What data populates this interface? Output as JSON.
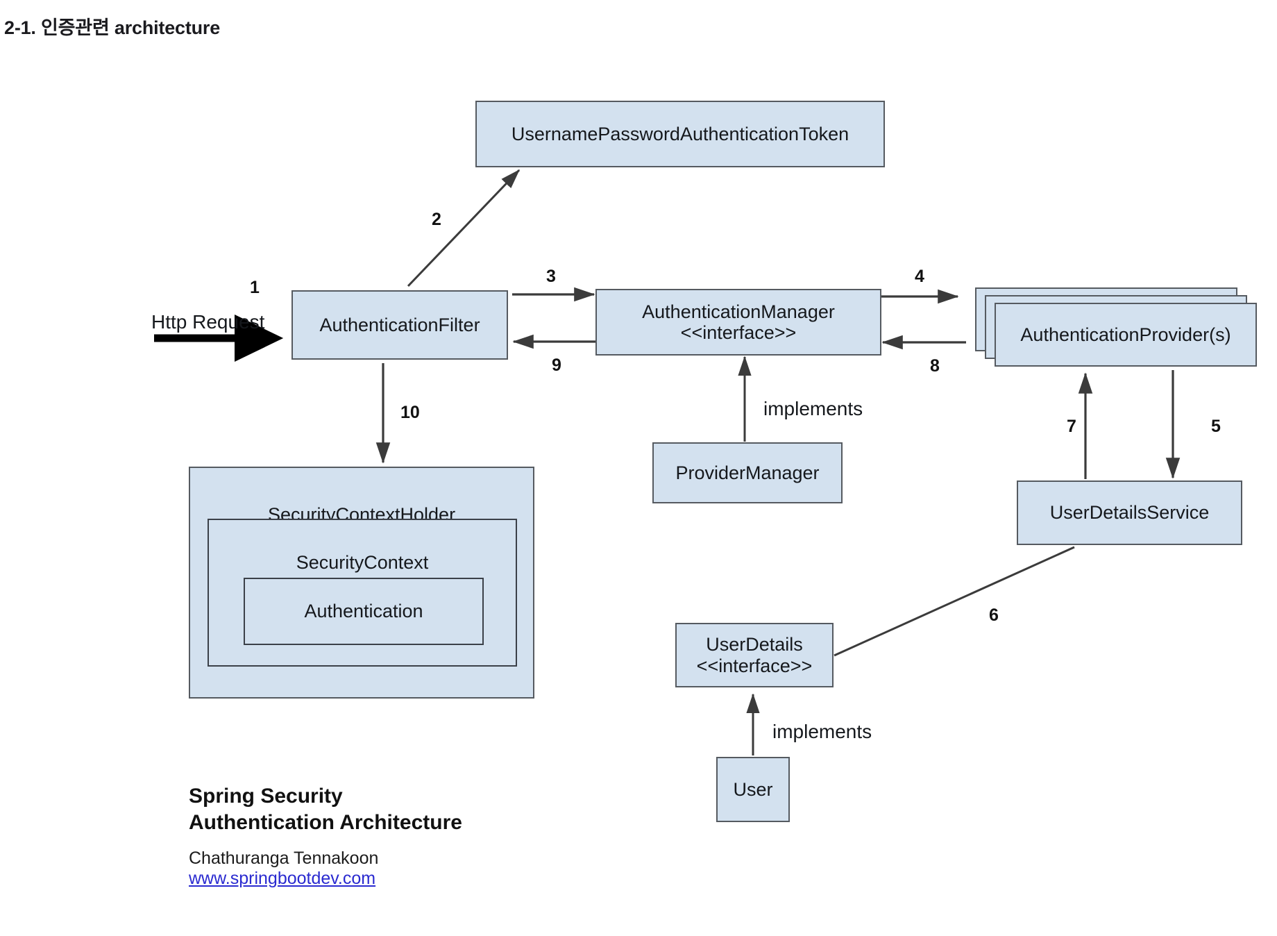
{
  "page": {
    "title": "2-1. 인증관련 architecture"
  },
  "colors": {
    "node_fill": "#d3e1ef",
    "node_border": "#555a60",
    "text": "#15181c",
    "link": "#2a2ad0",
    "arrow": "#3b3b3b"
  },
  "diagram": {
    "type": "uml-component-flow",
    "nodes": [
      {
        "id": "token",
        "label": "UsernamePasswordAuthenticationToken"
      },
      {
        "id": "filter",
        "label": "AuthenticationFilter"
      },
      {
        "id": "manager",
        "label": "AuthenticationManager\n<<interface>>"
      },
      {
        "id": "provider",
        "label": "AuthenticationProvider(s)"
      },
      {
        "id": "provider_manager",
        "label": "ProviderManager"
      },
      {
        "id": "user_details_service",
        "label": "UserDetailsService"
      },
      {
        "id": "user_details",
        "label": "UserDetails\n<<interface>>"
      },
      {
        "id": "user",
        "label": "User"
      },
      {
        "id": "security_context_holder",
        "label": "SecurityContextHolder"
      },
      {
        "id": "security_context",
        "label": "SecurityContext"
      },
      {
        "id": "authentication",
        "label": "Authentication"
      }
    ],
    "edges": [
      {
        "id": "e1",
        "label": "1",
        "from": "http-request",
        "to": "filter",
        "style": "thick-arrow"
      },
      {
        "id": "e2",
        "label": "2",
        "from": "filter",
        "to": "token",
        "style": "arrow"
      },
      {
        "id": "e3",
        "label": "3",
        "from": "filter",
        "to": "manager",
        "style": "arrow"
      },
      {
        "id": "e4",
        "label": "4",
        "from": "manager",
        "to": "provider",
        "style": "arrow"
      },
      {
        "id": "e5",
        "label": "5",
        "from": "provider",
        "to": "user_details_service",
        "style": "arrow"
      },
      {
        "id": "e6",
        "label": "6",
        "from": "user_details",
        "to": "user_details_service",
        "style": "line"
      },
      {
        "id": "e7",
        "label": "7",
        "from": "user_details_service",
        "to": "provider",
        "style": "arrow"
      },
      {
        "id": "e8",
        "label": "8",
        "from": "provider",
        "to": "manager",
        "style": "arrow"
      },
      {
        "id": "e9",
        "label": "9",
        "from": "manager",
        "to": "filter",
        "style": "arrow"
      },
      {
        "id": "e10",
        "label": "10",
        "from": "filter",
        "to": "security_context_holder",
        "style": "arrow"
      },
      {
        "id": "e_impl_pm",
        "label": "implements",
        "from": "provider_manager",
        "to": "manager",
        "style": "arrow"
      },
      {
        "id": "e_impl_user",
        "label": "implements",
        "from": "user",
        "to": "user_details",
        "style": "arrow"
      }
    ],
    "labels": {
      "http_request": "Http Request",
      "implements_manager": "implements",
      "implements_userdetails": "implements"
    }
  },
  "caption": {
    "title": "Spring Security\nAuthentication Architecture",
    "author": "Chathuranga Tennakoon",
    "link": "www.springbootdev.com"
  }
}
